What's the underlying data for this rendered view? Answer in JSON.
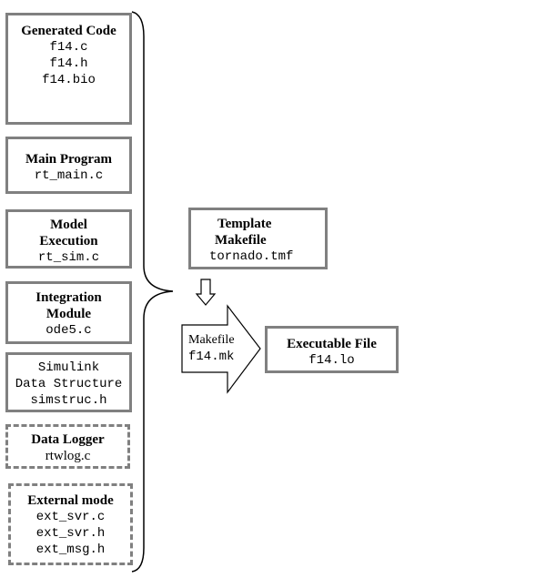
{
  "left_stack": [
    {
      "id": "generated-code",
      "title_lines": [
        "Generated Code"
      ],
      "files": [
        "f14.c",
        "f14.h",
        "f14.bio"
      ],
      "style": "solid"
    },
    {
      "id": "main-program",
      "title_lines": [
        "Main Program"
      ],
      "files": [
        "rt_main.c"
      ],
      "style": "solid"
    },
    {
      "id": "model-execution",
      "title_lines": [
        "Model",
        "Execution"
      ],
      "files": [
        "rt_sim.c"
      ],
      "style": "solid"
    },
    {
      "id": "integration-module",
      "title_lines": [
        "Integration",
        "Module"
      ],
      "files": [
        "ode5.c"
      ],
      "style": "solid"
    },
    {
      "id": "simulink-data-structure",
      "title_lines": [],
      "files": [
        "Simulink",
        "Data Structure",
        "simstruc.h"
      ],
      "style": "solid"
    },
    {
      "id": "data-logger",
      "title_lines": [
        "Data Logger",
        "rtwlog.c"
      ],
      "files": [],
      "style": "dashed"
    },
    {
      "id": "external-mode",
      "title_lines": [
        "External mode"
      ],
      "files": [
        "ext_svr.c",
        "ext_svr.h",
        "ext_msg.h"
      ],
      "style": "dashed"
    }
  ],
  "template_makefile": {
    "title_lines": [
      "Template",
      "Makefile"
    ],
    "file": "tornado.tmf"
  },
  "makefile_arrow": {
    "label": "Makefile",
    "file": "f14.mk"
  },
  "executable": {
    "title": "Executable File",
    "file": "f14.lo"
  },
  "colors": {
    "box_border": "#808080",
    "line": "#000000",
    "background": "#ffffff"
  }
}
